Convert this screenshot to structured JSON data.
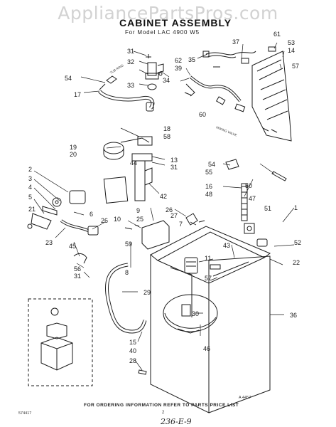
{
  "watermark": "AppliancePartsPros.com",
  "title": "CABINET ASSEMBLY",
  "subtitle": "For Model LAC 4900 W5",
  "footer": "FOR ORDERING INFORMATION REFER TO PARTS PRICE LIST",
  "drawing_code": "574417",
  "page_number": "2",
  "figure_ref": "A 4457",
  "handwritten_note": "236-E-9",
  "inline_labels": {
    "tub_ring": "TUB RING",
    "mixing_valve": "MIXING VALVE"
  },
  "callouts": [
    "31",
    "32",
    "33",
    "34",
    "54",
    "17",
    "62",
    "39",
    "35",
    "37",
    "61",
    "53",
    "14",
    "57",
    "60",
    "18",
    "58",
    "19",
    "20",
    "13",
    "31",
    "44",
    "42",
    "54",
    "55",
    "16",
    "48",
    "47",
    "50",
    "1",
    "2",
    "3",
    "4",
    "5",
    "21",
    "6",
    "23",
    "26",
    "10",
    "9",
    "25",
    "26",
    "27",
    "7",
    "59",
    "8",
    "45",
    "56",
    "31",
    "51",
    "52",
    "43",
    "11",
    "57",
    "22",
    "29",
    "30",
    "46",
    "15",
    "40",
    "28",
    "36"
  ]
}
